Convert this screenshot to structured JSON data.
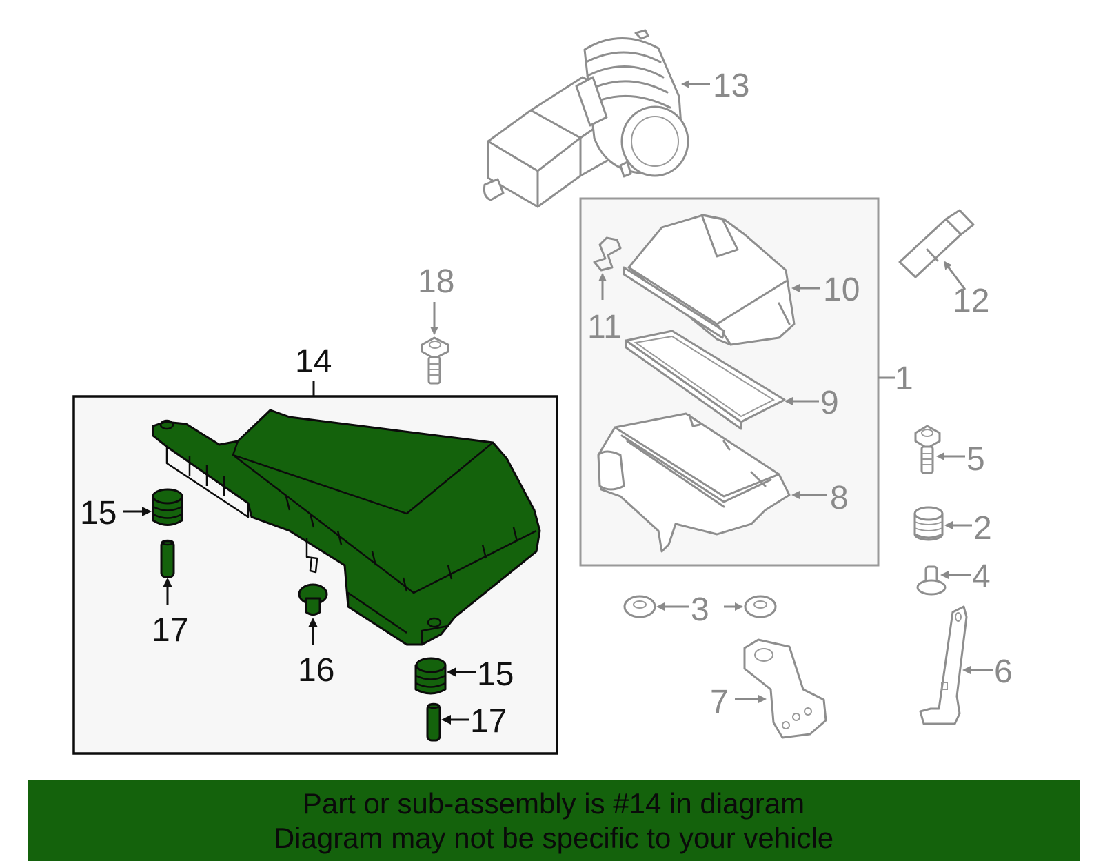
{
  "colors": {
    "highlight": "#14620c",
    "outline_dark": "#0b0b0b",
    "outline_gray": "#8e8e8e",
    "box_fill": "#f7f7f7",
    "banner_bg": "#14620c"
  },
  "callouts": {
    "c1": "1",
    "c2": "2",
    "c3": "3",
    "c4": "4",
    "c5": "5",
    "c6": "6",
    "c7": "7",
    "c8": "8",
    "c9": "9",
    "c10": "10",
    "c11": "11",
    "c12": "12",
    "c13": "13",
    "c14": "14",
    "c15a": "15",
    "c15b": "15",
    "c16": "16",
    "c17a": "17",
    "c17b": "17",
    "c18": "18"
  },
  "banner": {
    "line1": "Part or sub-assembly is #14 in diagram",
    "line2": "Diagram may not be specific to your vehicle"
  }
}
